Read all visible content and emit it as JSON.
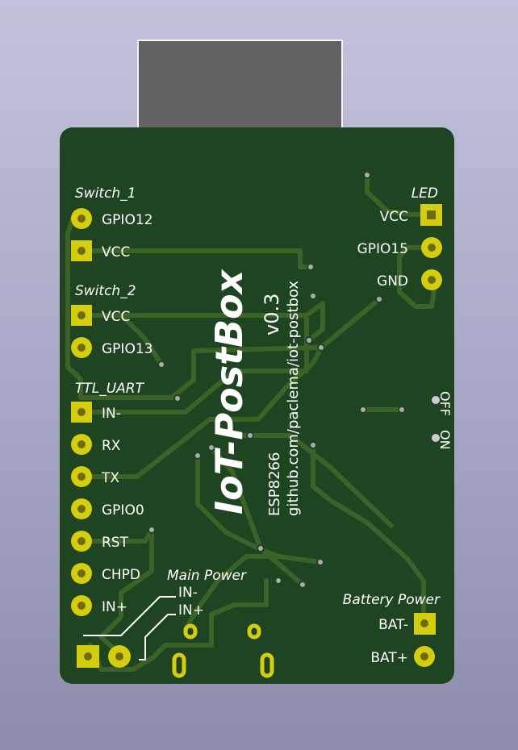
{
  "board": {
    "title": "IoT-PostBox",
    "version": "v0.3",
    "mcu": "ESP8266",
    "repo": "github.com/paclema/iot-postbox"
  },
  "groups": {
    "switch1": "Switch_1",
    "switch2": "Switch_2",
    "ttl": "TTL_UART",
    "main_power": "Main Power",
    "led": "LED",
    "battery": "Battery Power"
  },
  "pins": {
    "s1_gpio12": "GPIO12",
    "s1_vcc": "VCC",
    "s2_vcc": "VCC",
    "s2_gpio13": "GPIO13",
    "ttl_in_minus": "IN-",
    "ttl_rx": "RX",
    "ttl_tx": "TX",
    "ttl_gpio0": "GPIO0",
    "ttl_rst": "RST",
    "ttl_chpd": "CHPD",
    "ttl_in_plus": "IN+",
    "mp_in_minus": "IN-",
    "mp_in_plus": "IN+",
    "led_vcc": "VCC",
    "led_gpio15": "GPIO15",
    "led_gnd": "GND",
    "bat_minus": "BAT-",
    "bat_plus": "BAT+"
  },
  "switch_labels": {
    "off": "OFF",
    "on": "ON"
  },
  "colors": {
    "board": "#1e4422",
    "trace": "#3c6228",
    "pad": "#d4cd10",
    "silk": "#ffffff",
    "usb": "#626262"
  }
}
